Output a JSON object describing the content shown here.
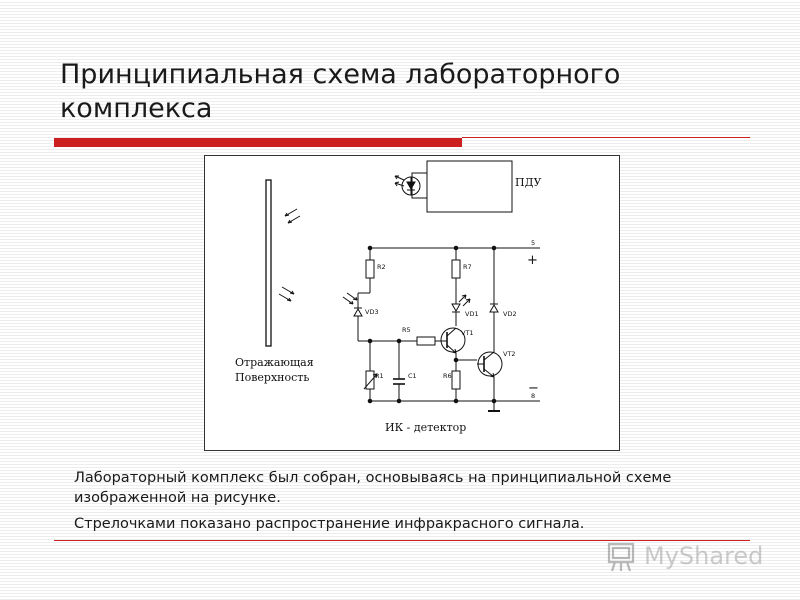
{
  "slide": {
    "title": "Принципиальная схема лабораторного комплекса"
  },
  "figure": {
    "remote_label": "ПДУ",
    "surface_label_line1": "Отражающая",
    "surface_label_line2": "Поверхность",
    "detector_label": "ИК - детектор",
    "components": {
      "R1": "R1",
      "R2": "R2",
      "R5": "R5",
      "R6": "R6",
      "R7": "R7",
      "C1": "C1",
      "VD1": "VD1",
      "VD2": "VD2",
      "VD3": "VD3",
      "VT1": "VT1",
      "VT2": "VT2"
    },
    "terminals": {
      "top_number": "5",
      "top_sign": "+",
      "bottom_number": "8",
      "bottom_sign": "−"
    }
  },
  "caption": {
    "paragraph1": "Лабораторный комплекс был собран, основываясь на принципиальной схеме изображенной на рисунке.",
    "paragraph2": "Стрелочками показано распространение инфракрасного сигнала."
  },
  "watermark": {
    "text": "MyShared"
  },
  "colors": {
    "accent": "#cc1f1f",
    "text": "#1a1a1a"
  }
}
